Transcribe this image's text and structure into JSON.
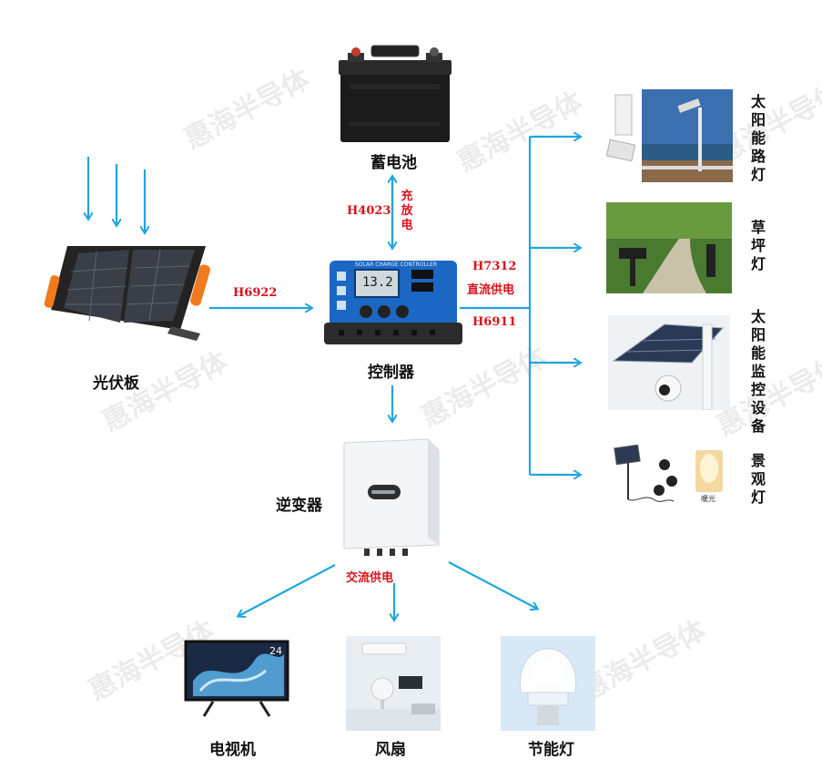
{
  "watermark": "惠海半导体",
  "nodes": {
    "battery": "蓄电池",
    "pv_panel": "光伏板",
    "controller": "控制器",
    "inverter": "逆变器",
    "tv": "电视机",
    "fan": "风扇",
    "bulb": "节能灯",
    "street_light": "太阳能路灯",
    "lawn_light": "草坪灯",
    "monitor": "太阳能监控设备",
    "landscape": "景观灯"
  },
  "links": {
    "battery_code": "H4023",
    "battery_io": "充放电",
    "pv_code": "H6922",
    "dc_code_top": "H7312",
    "dc_label": "直流供电",
    "dc_code_bottom": "H6911",
    "ac_label": "交流供电"
  },
  "device_text": {
    "controller_panel": "SOLAR CHARGE CONTROLLER",
    "controller_display": "13.2",
    "tv_badge": "24",
    "lamp_caption": "暖光"
  },
  "colors": {
    "arrow": "#1fa6dc",
    "code": "#d8121b",
    "controller_blue": "#1b67c4",
    "panel_orange": "#f07a1c"
  }
}
